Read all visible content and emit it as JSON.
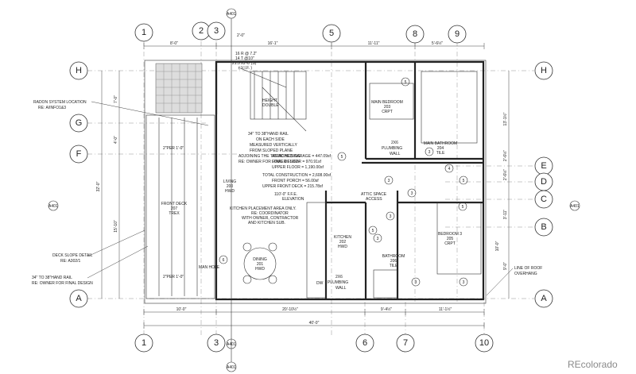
{
  "grid_top": [
    "1",
    "2",
    "3",
    "5",
    "8",
    "9"
  ],
  "grid_bottom": [
    "1",
    "3",
    "6",
    "7",
    "10"
  ],
  "grid_left": [
    "H",
    "G",
    "F",
    "A"
  ],
  "grid_right": [
    "H",
    "E",
    "D",
    "C",
    "B",
    "A"
  ],
  "dims_top": [
    "8'-0\"",
    "16'-1\"",
    "11'-11\"",
    "5'-6½\""
  ],
  "dims_bottom": [
    "10'-0\"",
    "20'-10½\"",
    "9'-4½\"",
    "11'-1½\""
  ],
  "overall_width": "40'-0\"",
  "dims_left": [
    "7'-0\"",
    "4'-0\"",
    "32'-0\"",
    "15'-10\""
  ],
  "dims_right": [
    "13'-1½\"",
    "2'-6½\"",
    "2'-6½\"",
    "3'-11\"",
    "10'-0\"",
    "9'-0\""
  ],
  "top_dim_small": "2'-0\"",
  "stair_note": [
    "16 R @ 7.2\"",
    "14 T @10\"",
    "21.5 x5'-0\"(S)",
    "( V.I.F. )"
  ],
  "notes": {
    "radon": [
      "RADON SYSTEM LOCATION",
      "RE: A/INFO1&3"
    ],
    "handrail_main": [
      "34\" TO 38\"HAND RAIL",
      "ON EACH SIDE",
      "MEASURED VERTICALLY",
      "FROM SLOPED PLANE",
      "ADJOINING THE TREAD NOSING",
      "RE: OWNER FOR FINAL DESIGN"
    ],
    "kitchen": [
      "KITCHEN PLACEMENT AREA ONLY.",
      "RE: COORDINATOR",
      "WITH OWNER, CONTRACTOR",
      "AND KITCHEN SUB."
    ],
    "deck_slope": [
      "DECK SLOPE DETAIL",
      "RE: A302/1"
    ],
    "handrail_deck": [
      "34\" TO 38\"HAND RAIL",
      "RE: OWNER FOR FINAL DESIGN"
    ],
    "roof": [
      "LINE OF ROOF",
      "OVERHANG"
    ],
    "attic": [
      "ATTIC SPACE",
      "ACCESS"
    ],
    "plumbing1": [
      "2X6",
      "PLUMBING",
      "WALL"
    ],
    "plumbing2": [
      "2X6",
      "PLUMBING",
      "WALL"
    ],
    "elevation": [
      "110'-0\" F.F.E.",
      "ELEVATION"
    ],
    "height_label": [
      "HEIGHT",
      "DOUBLE"
    ],
    "slope_up": "2\"PER 1'-0\"",
    "slope_down": "2\"PER 1'-0\"",
    "manhole": "MAN HOLE",
    "dw": "DW"
  },
  "areas": [
    "ATTACHED GARAGE = 447.09sf",
    "LOWER FLOOR = 970.91sf",
    "UPPER FLOOR = 1,190.00sf",
    "TOTAL CONSTRUCTION = 2,608.00sf",
    "FRONT PORCH = 56.00sf",
    "UPPER FRONT DECK = 215.78sf"
  ],
  "rooms": {
    "main_bedroom": [
      "MAIN BEDROOM",
      "203",
      "CRPT"
    ],
    "main_bath": [
      "MAIN BATHROOM",
      "204",
      "TILE"
    ],
    "living": [
      "LIVING",
      "200",
      "HWD"
    ],
    "front_deck": [
      "FRONT DECK",
      "207",
      "TREX"
    ],
    "kitchen": [
      "KITCHEN",
      "202",
      "HWD"
    ],
    "dining": [
      "DINING",
      "201",
      "HWD"
    ],
    "bedroom3": [
      "BEDROOM 3",
      "205",
      "CRPT"
    ],
    "bathroom": [
      "BATHROOM",
      "206",
      "TILE"
    ]
  },
  "tags": [
    "5",
    "3",
    "5",
    "5",
    "3",
    "4",
    "3",
    "3",
    "5",
    "6",
    "5",
    "3",
    "3",
    "3"
  ],
  "section_marks": [
    "A401",
    "A401",
    "A401",
    "A401",
    "A401"
  ],
  "watermark": "REcolorado"
}
